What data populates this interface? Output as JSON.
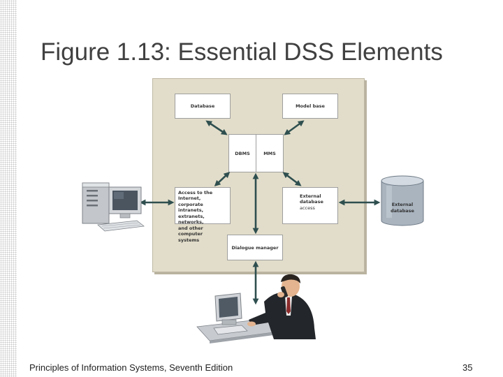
{
  "title": "Figure 1.13: Essential DSS Elements",
  "boxes": {
    "database": "Database",
    "model_base": "Model base",
    "dbms": "DBMS",
    "mms": "MMS",
    "access_lines": [
      "Access to the Internet,",
      "corporate intranets,",
      "extranets, networks,",
      "and other computer",
      "systems"
    ],
    "external_access_lines": [
      "External",
      "database",
      "access"
    ],
    "dialogue_manager": "Dialogue manager"
  },
  "external_database_lines": [
    "External",
    "database"
  ],
  "footer": {
    "text": "Principles of Information Systems, Seventh Edition",
    "page_number": "35"
  }
}
